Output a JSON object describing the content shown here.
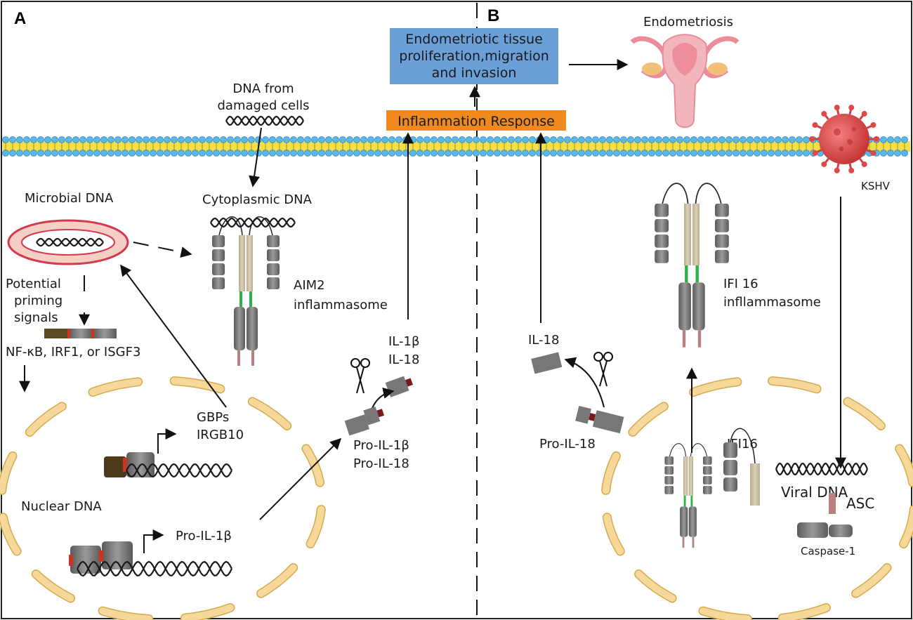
{
  "panels": {
    "a": "A",
    "b": "B"
  },
  "boxes": {
    "endometriotic_line1": "Endometriotic tissue",
    "endometriotic_line2": "proliferation,migration",
    "endometriotic_line3": "and invasion",
    "inflammation": "Inflammation Response"
  },
  "labels": {
    "endometriosis": "Endometriosis",
    "dna_damaged_line1": "DNA from",
    "dna_damaged_line2": "damaged cells",
    "microbial_dna": "Microbial DNA",
    "cytoplasmic_dna": "Cytoplasmic DNA",
    "aim2_line1": "AIM2",
    "aim2_line2": "inflammasome",
    "priming_line1": "Potential",
    "priming_line2": "priming",
    "priming_line3": "signals",
    "transcription_factors": "NF-κB, IRF1, or ISGF3",
    "gbps": "GBPs",
    "irgb10": "IRGB10",
    "nuclear_dna": "Nuclear DNA",
    "pro_il1b_gene": "Pro-IL-1β",
    "il1b": "IL-1β",
    "il18_a": "IL-18",
    "pro_il1b": "Pro-IL-1β",
    "pro_il18_a": "Pro-IL-18",
    "il18_b": "IL-18",
    "pro_il18_b": "Pro-IL-18",
    "kshv": "KSHV",
    "ifi16_line1": "IFI 16",
    "ifi16_line2": "infllammasome",
    "ifi16": "IFI16",
    "viral_dna": "Viral DNA",
    "asc": "ASC",
    "caspase1": "Caspase-1"
  },
  "colors": {
    "box_blue": "#6a9fd8",
    "box_orange": "#f08a1e",
    "membrane_blue": "#5bb7e8",
    "membrane_yellow": "#f2e04a",
    "nucleus_fill": "#f6d99a",
    "nucleus_edge": "#d6a94c",
    "protein_grey": "#7a7a7a",
    "linker_green": "#2bb34a",
    "asc_pink": "#b88080",
    "virus_red": "#e04848"
  }
}
